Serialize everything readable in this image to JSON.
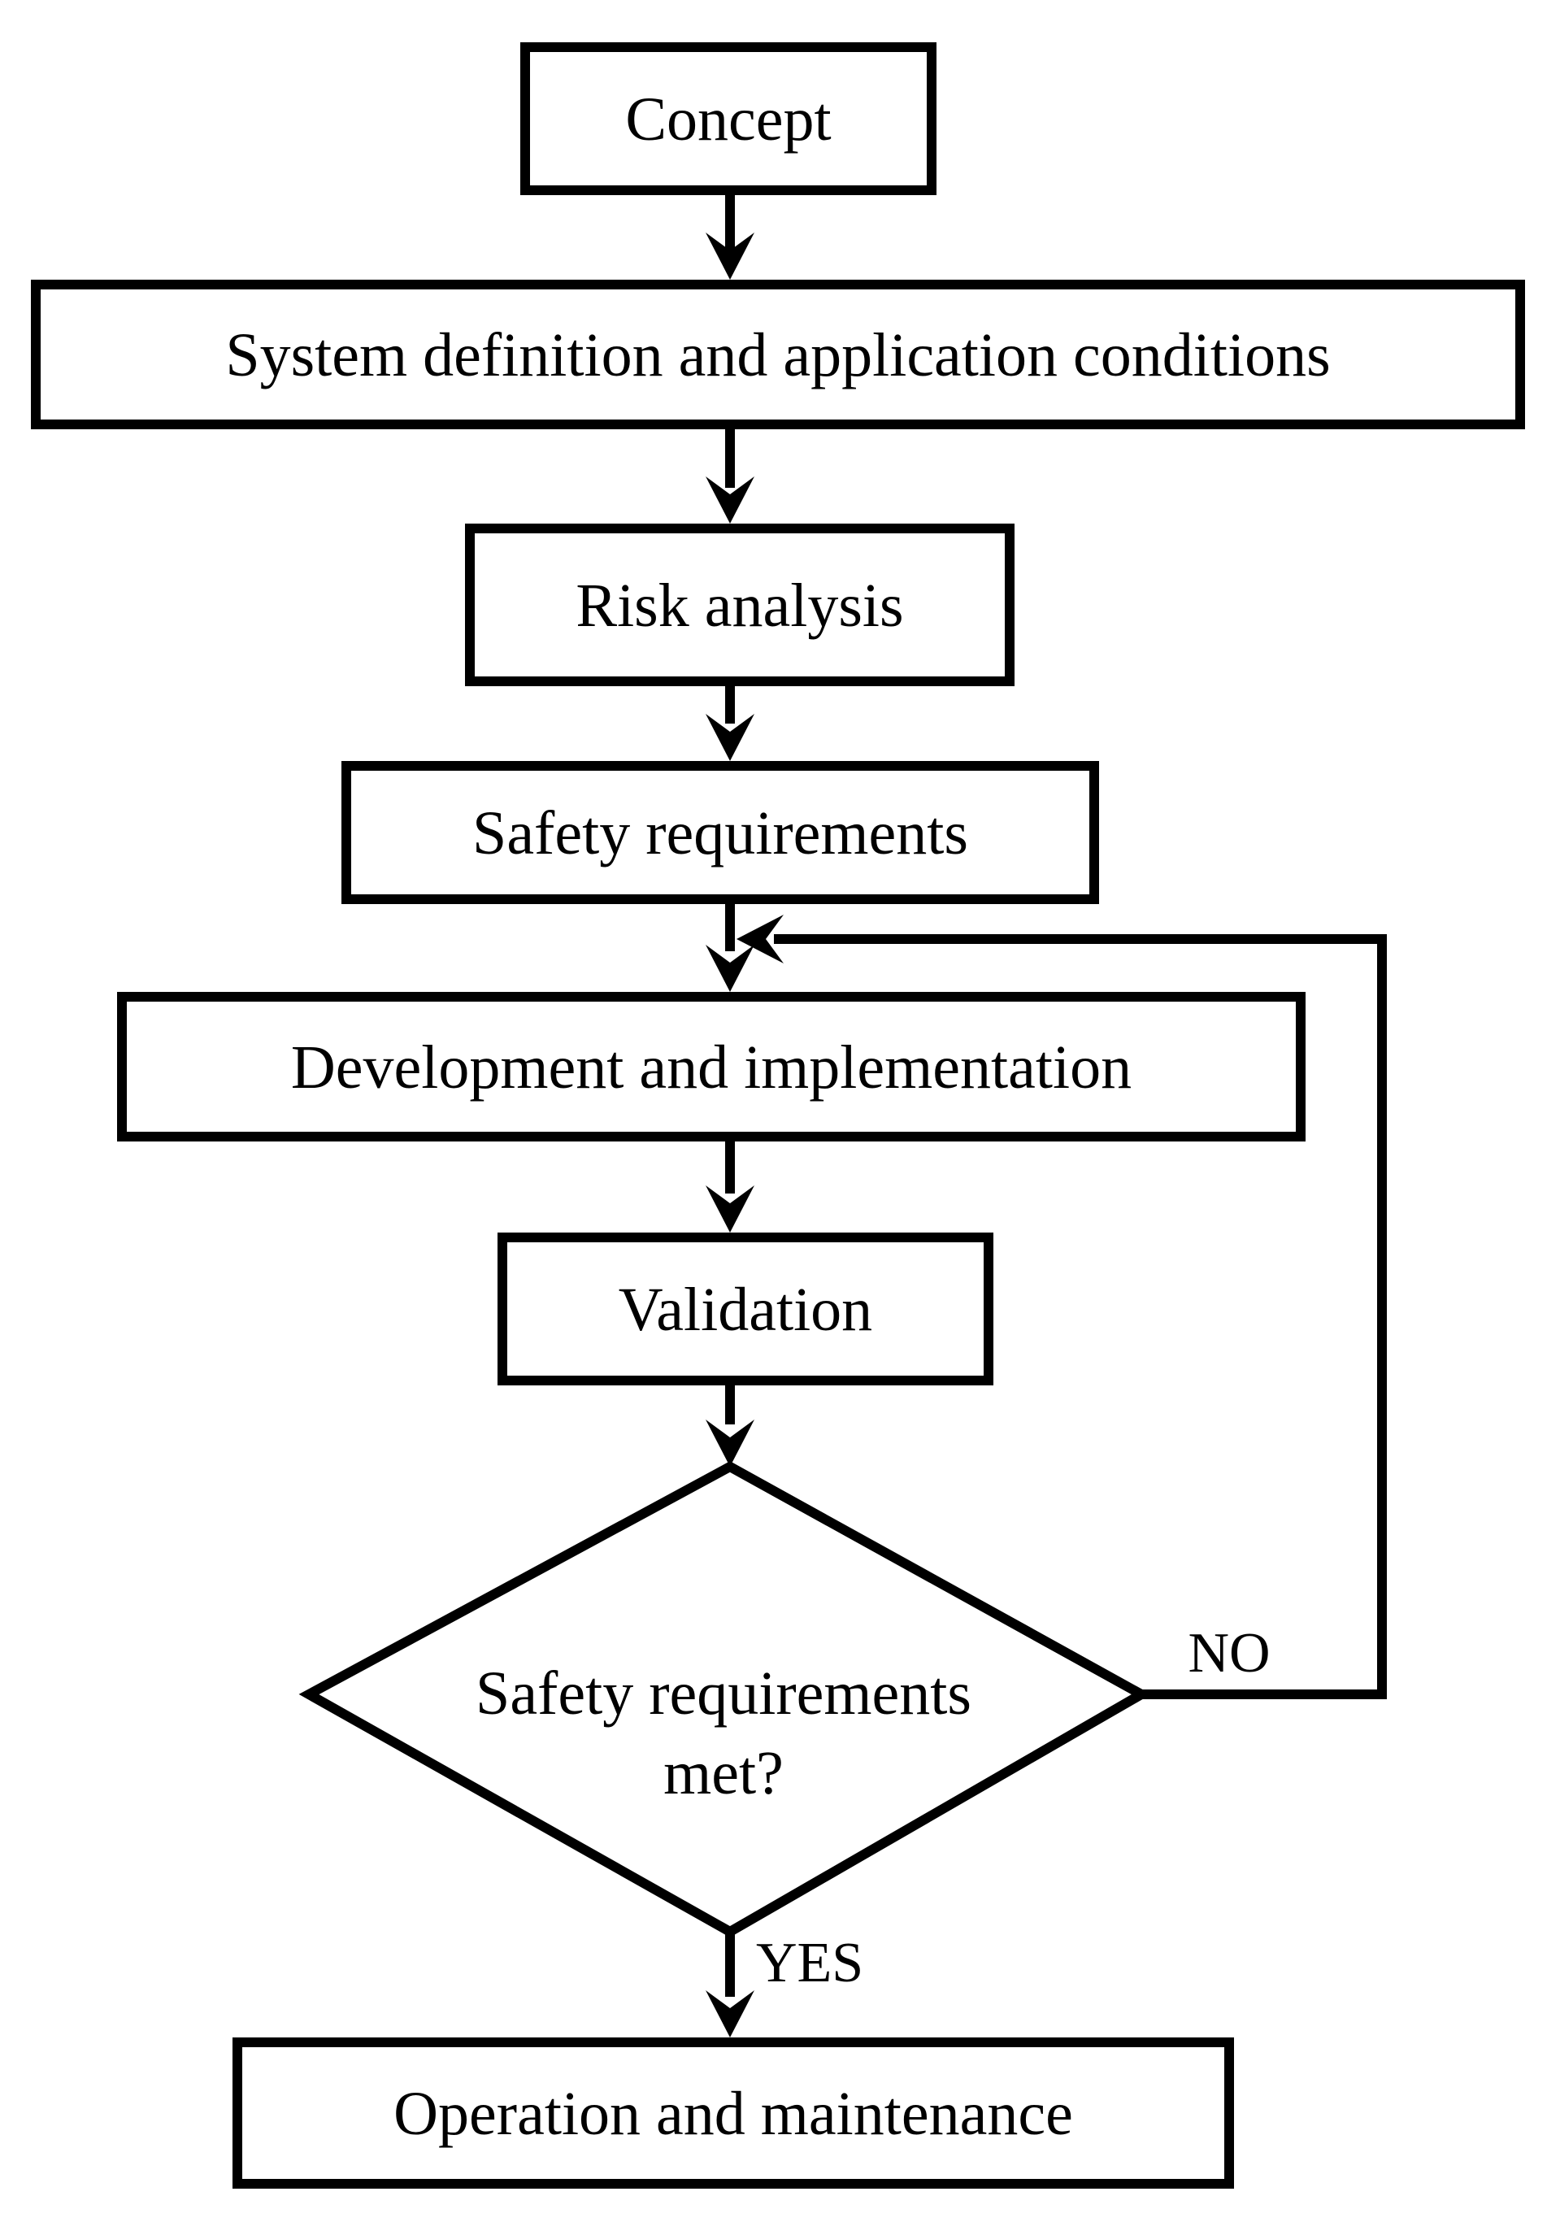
{
  "diagram": {
    "type": "flowchart",
    "colors": {
      "background": "#ffffff",
      "line": "#000000",
      "text": "#000000",
      "node_fill": "#ffffff"
    },
    "nodes": {
      "concept": {
        "shape": "rect",
        "label": "Concept"
      },
      "system_definition": {
        "shape": "rect",
        "label": "System definition and application conditions"
      },
      "risk_analysis": {
        "shape": "rect",
        "label": "Risk analysis"
      },
      "safety_requirements": {
        "shape": "rect",
        "label": "Safety requirements"
      },
      "development": {
        "shape": "rect",
        "label": "Development and implementation"
      },
      "validation": {
        "shape": "rect",
        "label": "Validation"
      },
      "decision": {
        "shape": "diamond",
        "label": "Safety requirements met?",
        "line1": "Safety requirements",
        "line2": "met?"
      },
      "operation": {
        "shape": "rect",
        "label": "Operation and maintenance"
      }
    },
    "edge_labels": {
      "no": "NO",
      "yes": "YES"
    },
    "edges": [
      {
        "from": "concept",
        "to": "system_definition"
      },
      {
        "from": "system_definition",
        "to": "risk_analysis"
      },
      {
        "from": "risk_analysis",
        "to": "safety_requirements"
      },
      {
        "from": "safety_requirements",
        "to": "development"
      },
      {
        "from": "development",
        "to": "validation"
      },
      {
        "from": "validation",
        "to": "decision"
      },
      {
        "from": "decision",
        "to": "operation",
        "label": "YES"
      },
      {
        "from": "decision",
        "to": "development",
        "label": "NO",
        "style": "feedback-loop"
      }
    ]
  }
}
